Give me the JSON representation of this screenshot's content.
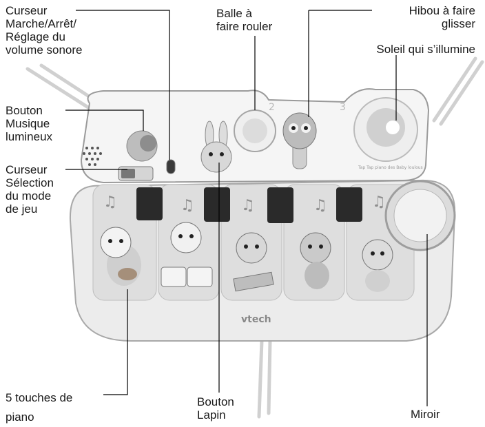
{
  "labels": {
    "curseur_marche": "Curseur\nMarche/Arrêt/\nRéglage du\nvolume sonore",
    "balle": "Balle à\nfaire rouler",
    "hibou": "Hibou à faire\nglisser",
    "soleil": "Soleil qui s’illumine",
    "bouton_musique": "Bouton\nMusique\nlumineux",
    "curseur_selection": "Curseur\nSélection\ndu mode\nde jeu",
    "touches_piano": "5 touches de\npiano",
    "bouton_lapin": "Bouton\nLapin",
    "miroir": "Miroir"
  },
  "product": {
    "logo": "vtech",
    "sun_caption": "Tap Tap piano des Baby loulous",
    "step_numbers": [
      "2",
      "3"
    ]
  },
  "colors": {
    "outline": "#9a9a9a",
    "body": "#e9e9e9",
    "panel": "#f4f4f4",
    "black_key": "#2a2a2a",
    "leader": "#000000"
  }
}
